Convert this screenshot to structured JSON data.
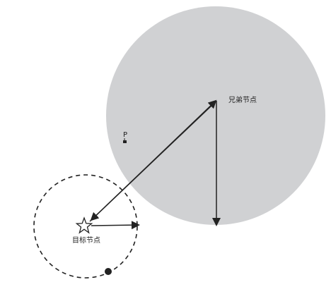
{
  "labels": {
    "sibling_node": "兄弟节点",
    "target_node": "目标节点",
    "point": "P"
  },
  "colors": {
    "large_circle_fill": "#d0d1d3",
    "stroke": "#222222",
    "background": "#ffffff"
  },
  "icons": {
    "target": "star-icon",
    "point_marker": "small-dot-icon",
    "bottom_marker": "filled-dot-icon"
  }
}
